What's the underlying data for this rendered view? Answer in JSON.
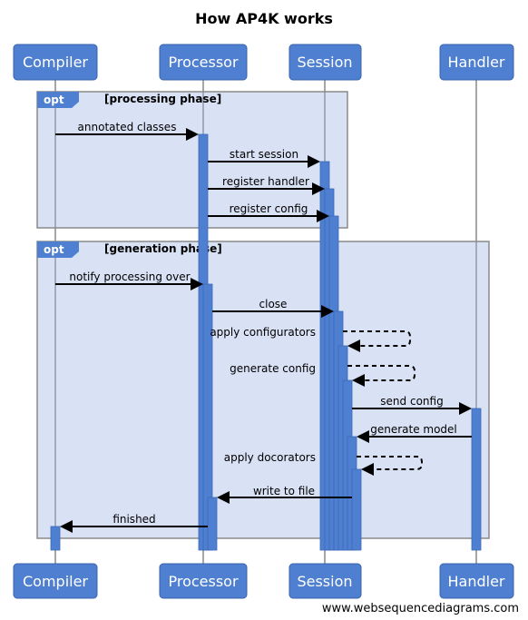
{
  "title": "How AP4K works",
  "participants": [
    {
      "id": "compiler",
      "label": "Compiler"
    },
    {
      "id": "processor",
      "label": "Processor"
    },
    {
      "id": "session",
      "label": "Session"
    },
    {
      "id": "handler",
      "label": "Handler"
    }
  ],
  "frames": [
    {
      "tag": "opt",
      "label": "[processing phase]"
    },
    {
      "tag": "opt",
      "label": "[generation phase]"
    }
  ],
  "messages": [
    {
      "from": "compiler",
      "to": "processor",
      "label": "annotated classes",
      "style": "solid"
    },
    {
      "from": "processor",
      "to": "session",
      "label": "start session",
      "style": "solid"
    },
    {
      "from": "processor",
      "to": "session",
      "label": "register handler",
      "style": "solid"
    },
    {
      "from": "processor",
      "to": "session",
      "label": "register config",
      "style": "solid"
    },
    {
      "from": "compiler",
      "to": "processor",
      "label": "notify processing over",
      "style": "solid"
    },
    {
      "from": "processor",
      "to": "session",
      "label": "close",
      "style": "solid"
    },
    {
      "from": "session",
      "to": "session",
      "label": "apply configurators",
      "style": "dashed"
    },
    {
      "from": "session",
      "to": "session",
      "label": "generate config",
      "style": "dashed"
    },
    {
      "from": "session",
      "to": "handler",
      "label": "send config",
      "style": "solid"
    },
    {
      "from": "handler",
      "to": "session",
      "label": "generate model",
      "style": "solid"
    },
    {
      "from": "session",
      "to": "session",
      "label": "apply docorators",
      "style": "dashed"
    },
    {
      "from": "session",
      "to": "processor",
      "label": "write to file",
      "style": "solid"
    },
    {
      "from": "processor",
      "to": "compiler",
      "label": "finished",
      "style": "solid"
    }
  ],
  "watermark": "www.websequencediagrams.com"
}
